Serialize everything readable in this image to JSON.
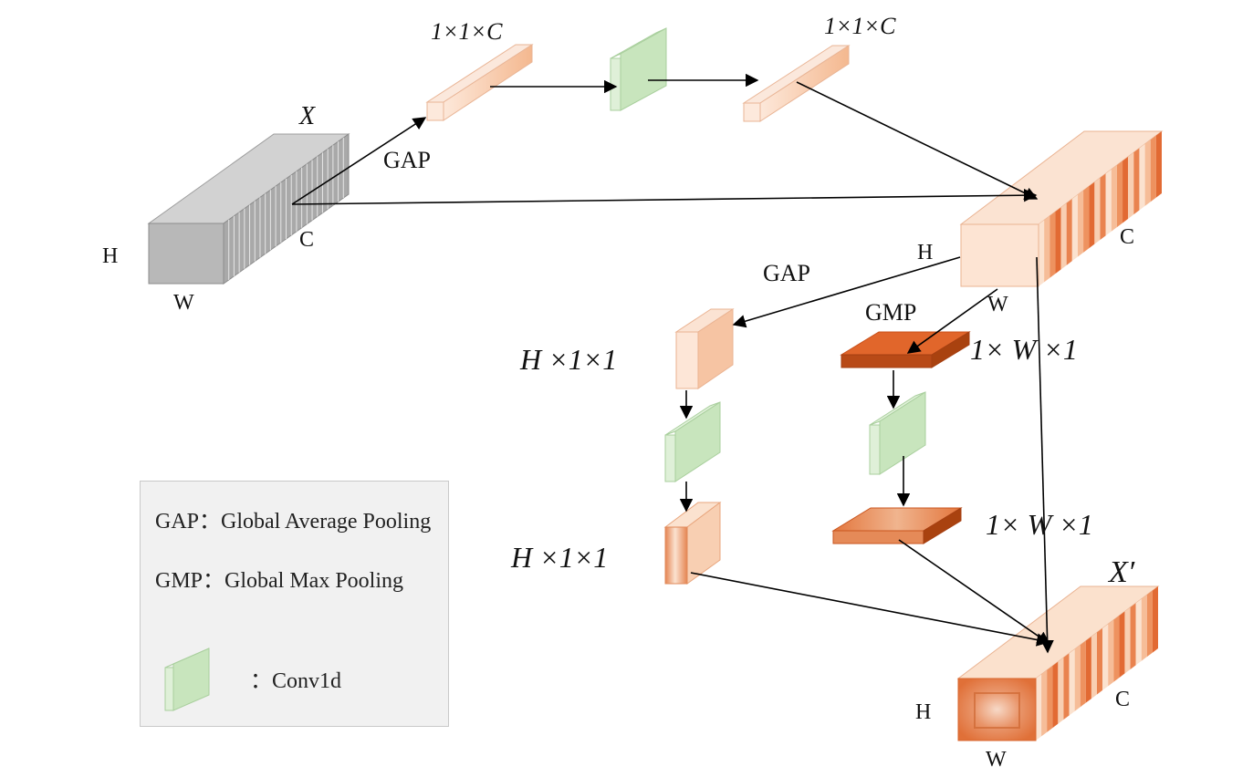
{
  "labels": {
    "x_input": "X",
    "x_output": "X′",
    "gap_top": "GAP",
    "gap_mid": "GAP",
    "gmp": "GMP",
    "vec_top_left": "1×1×C",
    "vec_top_right": "1×1×C",
    "h11_top": "H ×1×1",
    "h11_bottom": "H ×1×1",
    "w1_top": "1× W ×1",
    "w1_bottom": "1× W ×1",
    "in_h": "H",
    "in_w": "W",
    "in_c": "C",
    "mid_h": "H",
    "mid_w": "W",
    "mid_c": "C",
    "out_h": "H",
    "out_w": "W",
    "out_c": "C"
  },
  "legend": {
    "gap_line": "GAP：Global Average Pooling",
    "gmp_line": "GMP：Global Max Pooling",
    "conv_line": "：Conv1d"
  },
  "colors": {
    "input_block": "#b3b3b3",
    "orange_dark": "#e0703a",
    "orange_light": "#fbe3d2",
    "conv_green": "#cfe8c6",
    "legend_bg": "#f1f1f1"
  }
}
